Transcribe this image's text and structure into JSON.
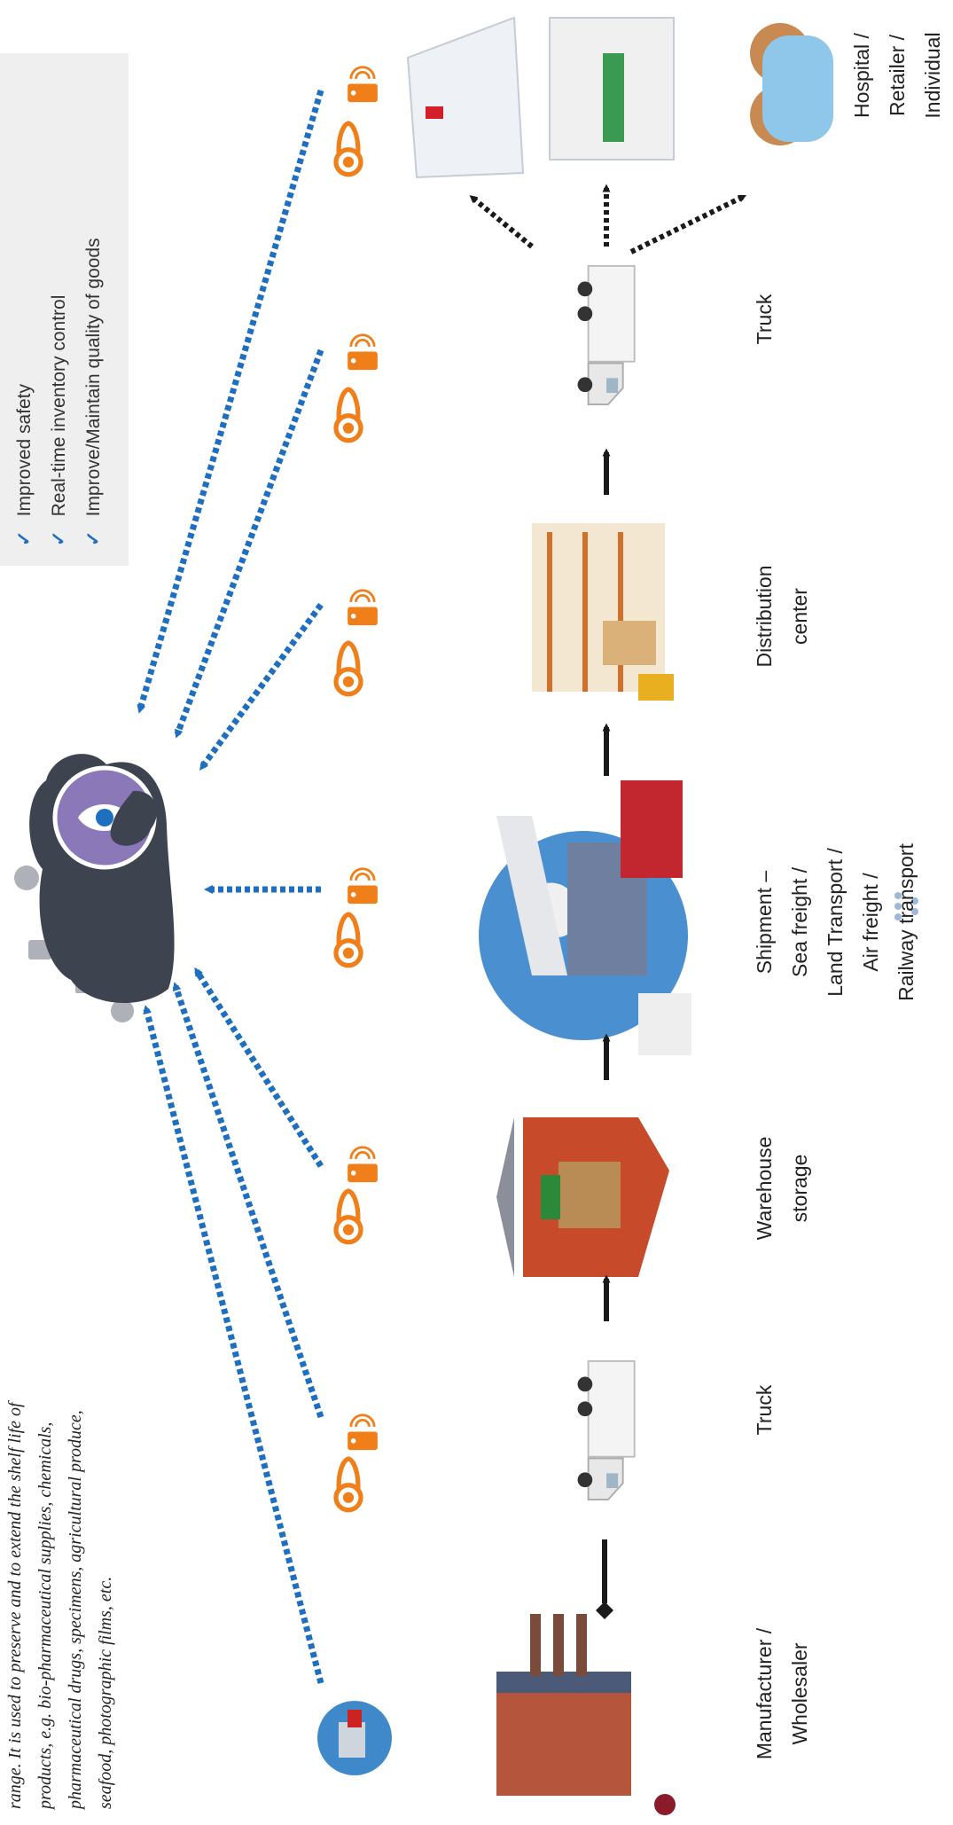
{
  "intro_text": {
    "line1": "range. It is used to preserve and to extend the shelf life of",
    "line2": "products, e.g. bio-pharmaceutical supplies, chemicals,",
    "line3": "pharmaceutical drugs, specimens, agricultural produce,",
    "line4": "seafood, photographic films, etc."
  },
  "benefits": [
    {
      "icon": "check-icon",
      "text": "Improved safety"
    },
    {
      "icon": "check-icon",
      "text": "Real-time inventory control"
    },
    {
      "icon": "check-icon",
      "text": "Improve/Maintain quality of goods"
    }
  ],
  "check_mark": "✓",
  "stages": [
    {
      "icon": "factory-icon",
      "lines": [
        "Manufacturer /",
        "Wholesaler"
      ]
    },
    {
      "icon": "truck-icon",
      "lines": [
        "Truck"
      ]
    },
    {
      "icon": "warehouse-icon",
      "lines": [
        "Warehouse",
        "storage"
      ]
    },
    {
      "icon": "globe-shipment-icon",
      "lines": [
        "Shipment –",
        "Sea freight /",
        "Land Transport /",
        "Air freight /",
        "Railway transport"
      ]
    },
    {
      "icon": "forklift-shelves-icon",
      "lines": [
        "Distribution",
        "center"
      ]
    },
    {
      "icon": "truck-icon",
      "lines": [
        "Truck"
      ]
    },
    {
      "icon": "hospital-retailer-individual-icon",
      "lines": [
        "Hospital /",
        "Retailer /",
        "Individual"
      ]
    }
  ],
  "colors": {
    "sensor_orange": "#f07f1a",
    "link_blue": "#1e6fc0",
    "flow_black": "#1a1a1a",
    "cloud_dark": "#3d4450",
    "eye_purple": "#8a78b8",
    "panel_grey": "#efefef"
  }
}
